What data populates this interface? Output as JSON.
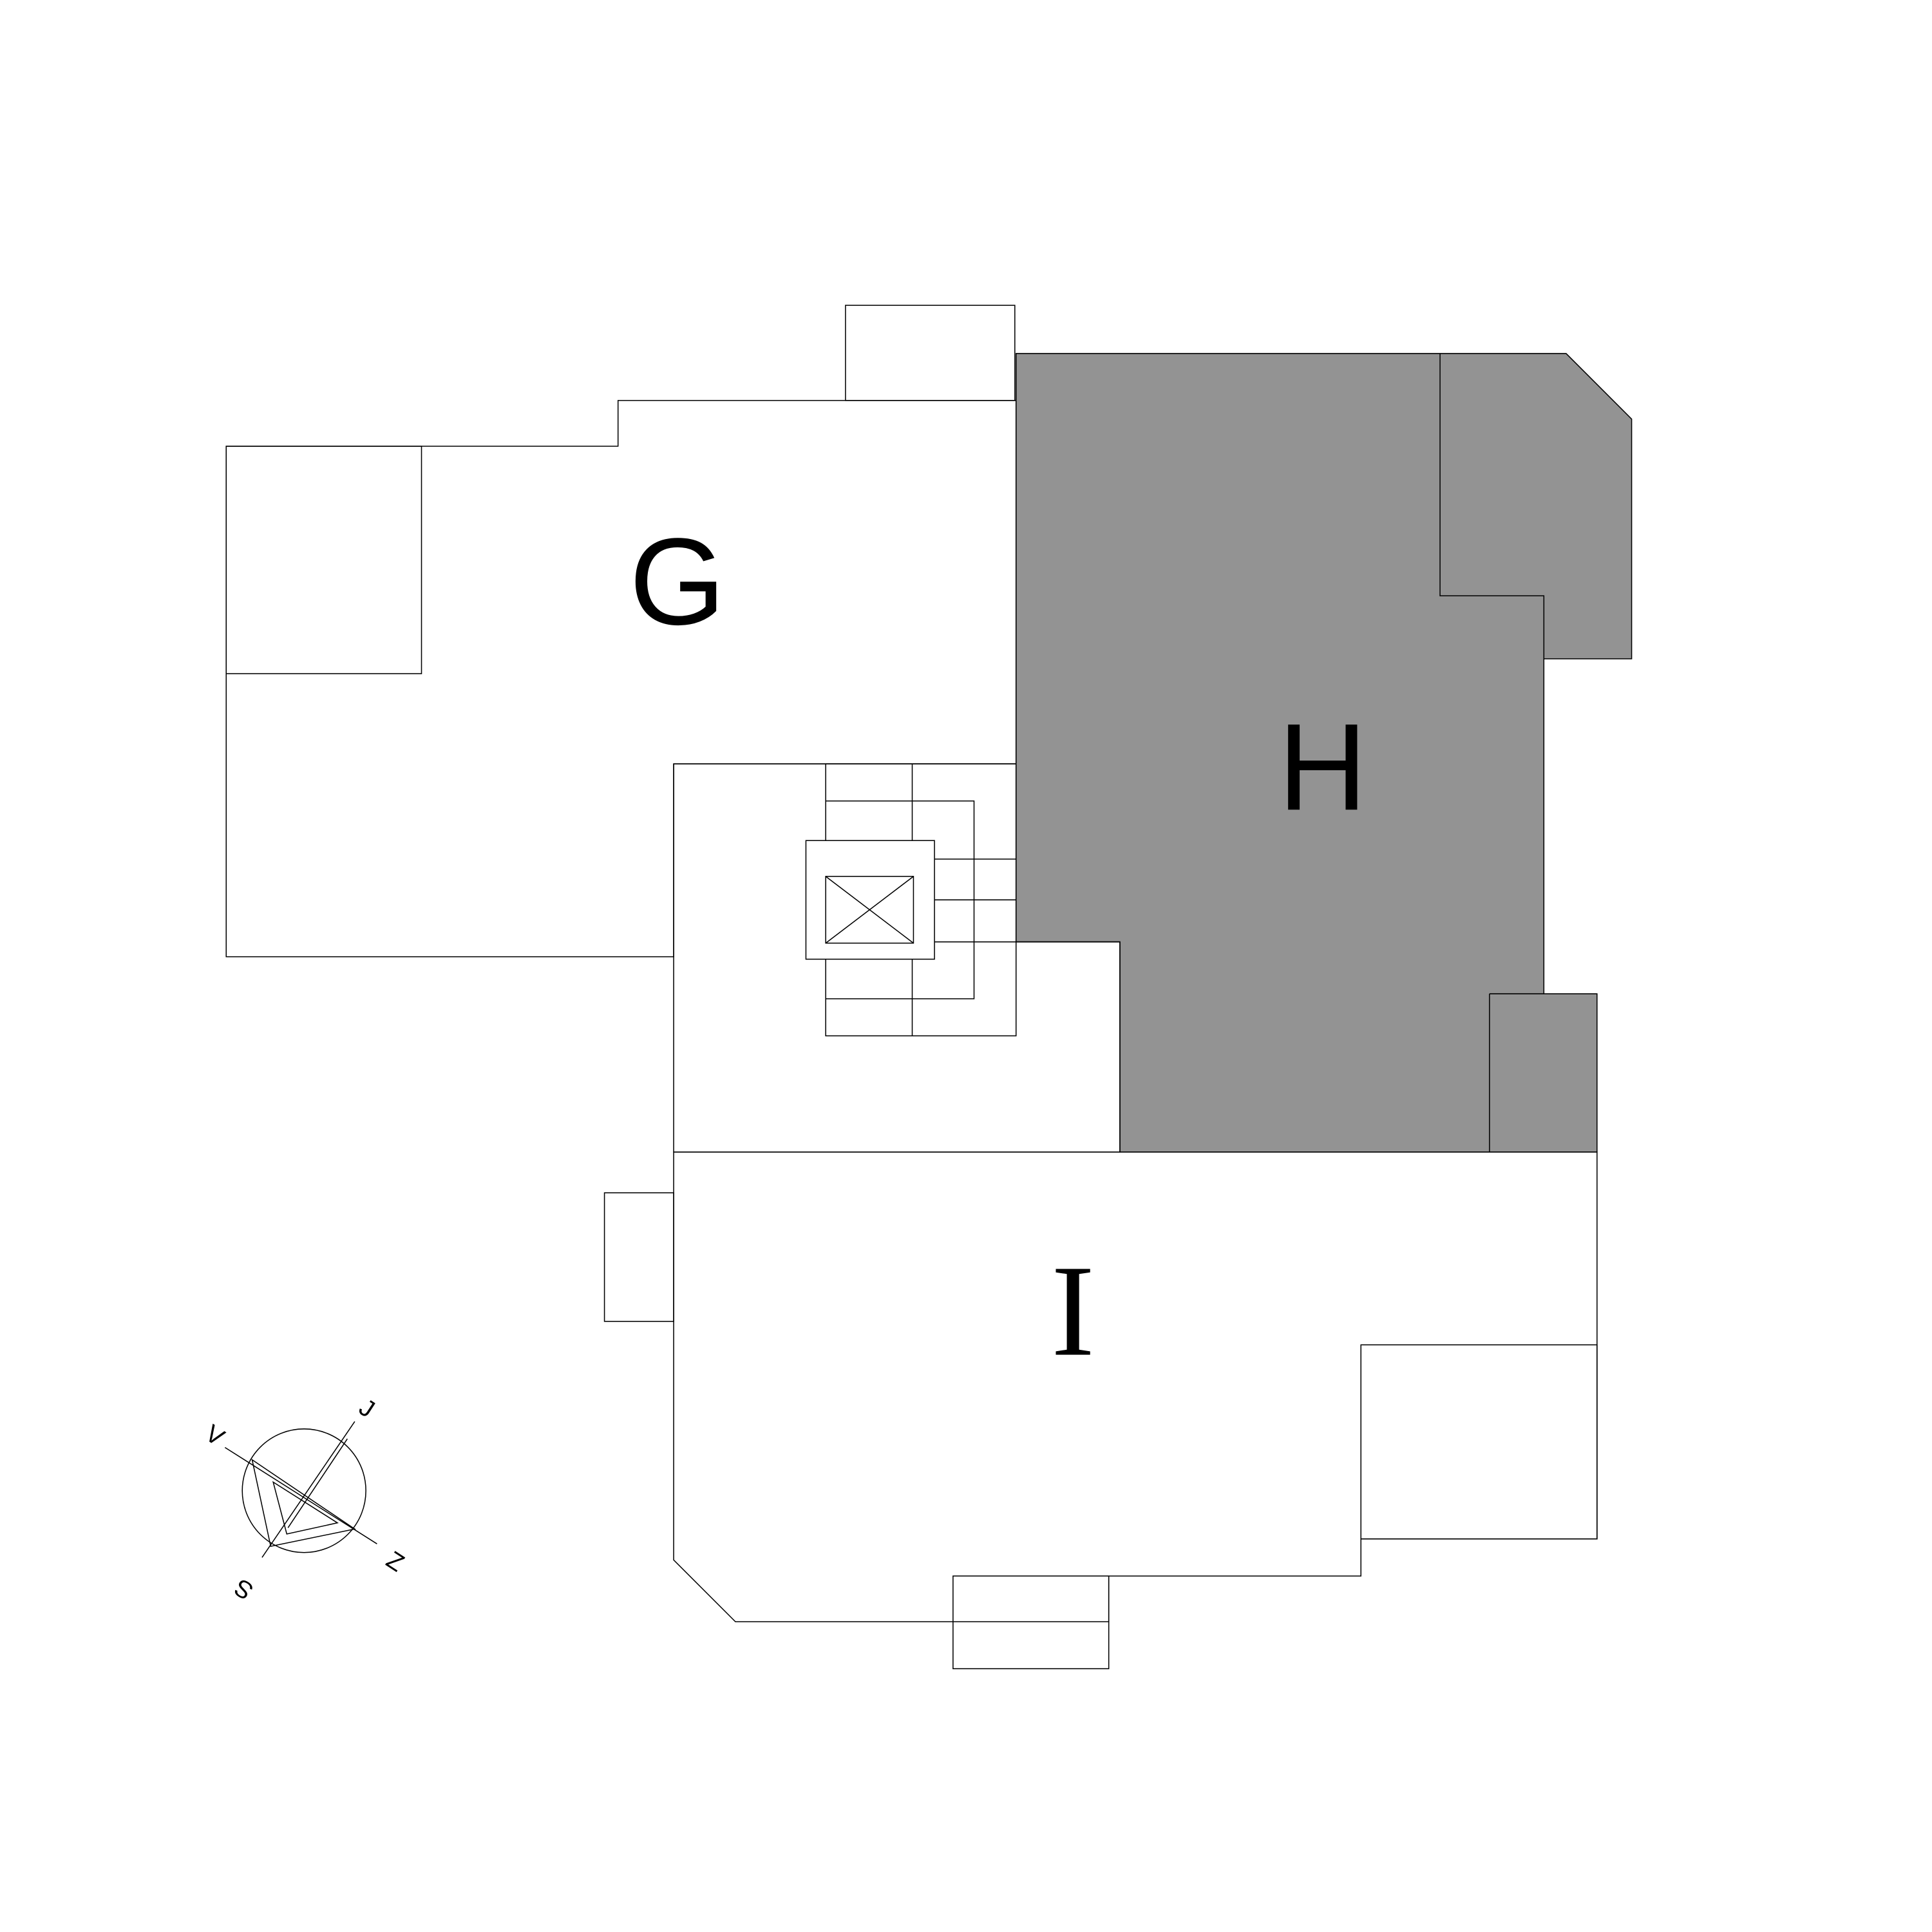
{
  "units": [
    {
      "id": "G",
      "label": "G",
      "highlighted": false
    },
    {
      "id": "H",
      "label": "H",
      "highlighted": true
    },
    {
      "id": "I",
      "label": "I",
      "highlighted": false
    }
  ],
  "compass": {
    "north": "J",
    "east": "V",
    "south": "S",
    "west": "Z"
  },
  "colors": {
    "highlight": "#939393",
    "line": "#000000",
    "background": "#ffffff"
  }
}
